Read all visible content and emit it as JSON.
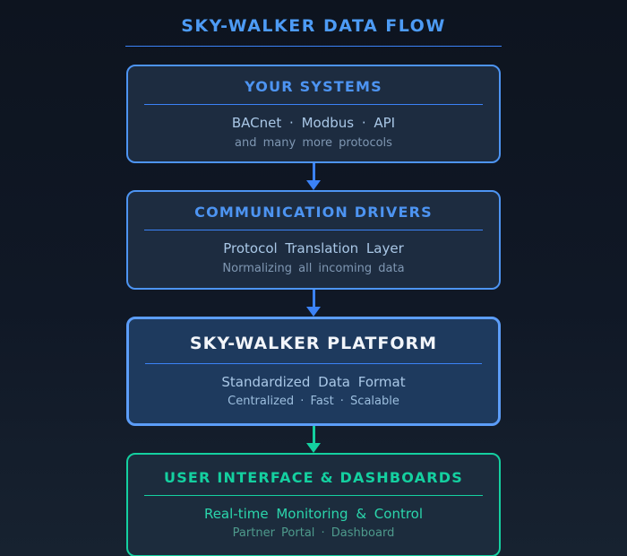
{
  "page": {
    "title": "SKY-WALKER DATA FLOW"
  },
  "colors": {
    "background_top": "#0d141f",
    "background_bottom": "#172230",
    "accent_blue": "#4d94f2",
    "accent_blue_bright": "#5c9df8",
    "accent_teal": "#14d0a0",
    "card_bg_dark": "#1d2c40",
    "card_bg_platform": "#1e3a5e",
    "text_primary_light": "#a9c7e6",
    "text_muted": "#7f97b2",
    "text_white": "#f2f5fa",
    "text_teal_muted": "#4e9a8c"
  },
  "flow": {
    "nodes": [
      {
        "id": "your-systems",
        "title": "YOUR SYSTEMS",
        "line1": "BACnet · Modbus · API",
        "line2": "and many more protocols",
        "variant": "blue"
      },
      {
        "id": "communication-drivers",
        "title": "COMMUNICATION DRIVERS",
        "line1": "Protocol Translation Layer",
        "line2": "Normalizing all incoming data",
        "variant": "blue"
      },
      {
        "id": "sky-walker-platform",
        "title": "SKY-WALKER PLATFORM",
        "line1": "Standardized Data Format",
        "line2": "Centralized · Fast · Scalable",
        "variant": "platform"
      },
      {
        "id": "user-interface-dashboards",
        "title": "USER INTERFACE & DASHBOARDS",
        "line1": "Real-time Monitoring & Control",
        "line2": "Partner Portal · Dashboard",
        "variant": "teal"
      }
    ],
    "connectors": [
      {
        "from": "your-systems",
        "to": "communication-drivers",
        "color": "blue"
      },
      {
        "from": "communication-drivers",
        "to": "sky-walker-platform",
        "color": "blue"
      },
      {
        "from": "sky-walker-platform",
        "to": "user-interface-dashboards",
        "color": "teal"
      }
    ]
  }
}
